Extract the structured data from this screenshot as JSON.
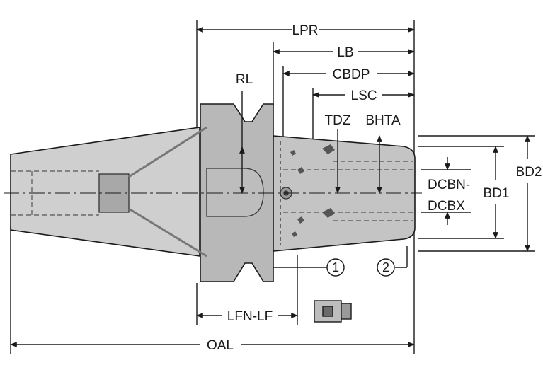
{
  "labels": {
    "lpr": "LPR",
    "lb": "LB",
    "cbdp": "CBDP",
    "lsc": "LSC",
    "rl": "RL",
    "tdz": "TDZ",
    "bhta": "BHTA",
    "bd2": "BD2",
    "bd1": "BD1",
    "dcbn": "DCBN-",
    "dcbx": "DCBX",
    "lfn_lf": "LFN-LF",
    "oal": "OAL"
  },
  "callouts": {
    "one": "1",
    "two": "2"
  },
  "colors": {
    "body_fill": "#c9c9c9",
    "flange_fill": "#b4b4b4",
    "line": "#1a1a1a",
    "hidden_line": "#555555"
  }
}
